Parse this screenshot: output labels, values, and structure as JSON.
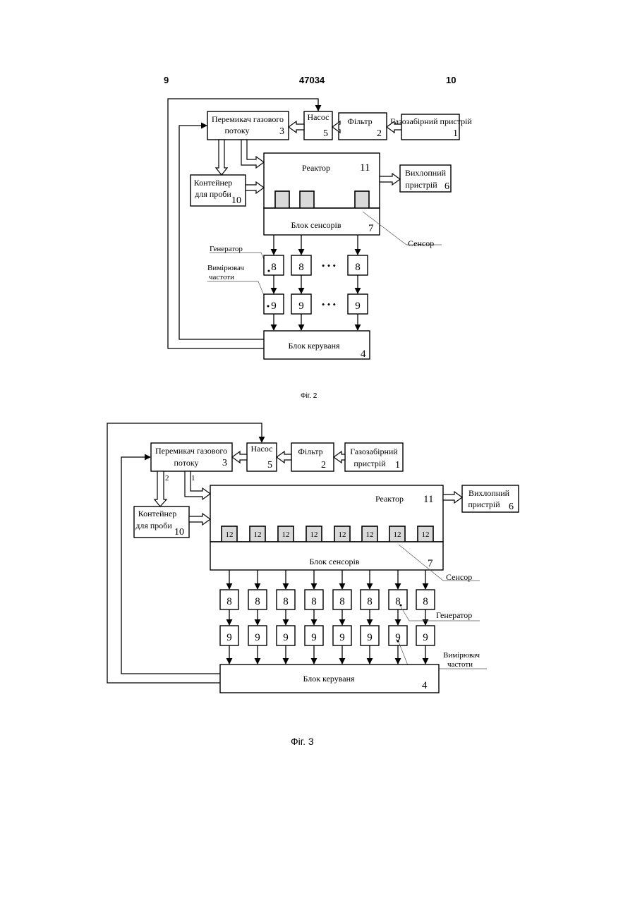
{
  "header": {
    "left_page": "9",
    "patent_number": "47034",
    "right_page": "10"
  },
  "fig2": {
    "caption": "Фіг. 2",
    "gas_intake": "Газозабірний пристрій",
    "gas_intake_num": "1",
    "filter": "Фільтр",
    "filter_num": "2",
    "pump": "Насос",
    "pump_num": "5",
    "switch_line1": "Перемикач газового",
    "switch_line2": "потоку",
    "switch_num": "3",
    "reactor": "Реактор",
    "reactor_num": "11",
    "exhaust_line1": "Вихлопний",
    "exhaust_line2": "пристрій",
    "exhaust_num": "6",
    "container_line1": "Контейнер",
    "container_line2": "для проби",
    "container_num": "10",
    "sensor_block": "Блок сенсорів",
    "sensor_block_num": "7",
    "sensor_label": "Сенсор",
    "generator_label": "Генератор",
    "meter_line1": "Вимірювач",
    "meter_line2": "частоти",
    "generator_num": "8",
    "meter_num": "9",
    "ellipsis": "• • •",
    "control": "Блок керуваня",
    "control_num": "4"
  },
  "fig3": {
    "caption": "Фіг. 3",
    "gas_intake_line1": "Газозабірний",
    "gas_intake_line2": "пристрій",
    "gas_intake_num": "1",
    "filter": "Фільтр",
    "filter_num": "2",
    "pump": "Насос",
    "pump_num": "5",
    "switch_line1": "Перемикач газового",
    "switch_line2": "потоку",
    "switch_num": "3",
    "port_2": "2",
    "port_1": "1",
    "reactor": "Реактор",
    "reactor_num": "11",
    "exhaust_line1": "Вихлопний",
    "exhaust_line2": "пристрій",
    "exhaust_num": "6",
    "container_line1": "Контейнер",
    "container_line2": "для проби",
    "container_num": "10",
    "sensor_num": "12",
    "sensor_block": "Блок сенсорів",
    "sensor_block_num": "7",
    "sensor_label": "Сенсор",
    "generator_num": "8",
    "generator_label": "Генератор",
    "meter_num": "9",
    "meter_line1": "Вимірювач",
    "meter_line2": "частоти",
    "control": "Блок керуваня",
    "control_num": "4"
  }
}
